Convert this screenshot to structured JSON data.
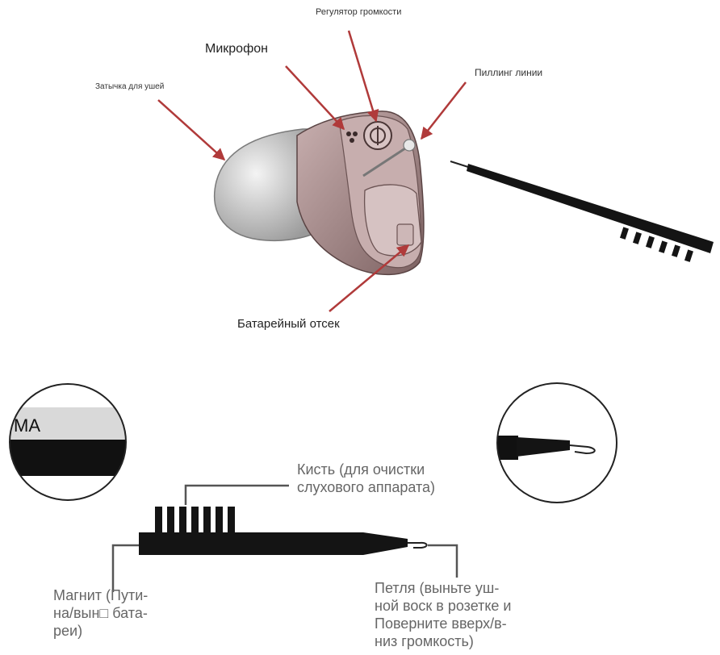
{
  "labels": {
    "volume_control": "Регулятор громкости",
    "microphone": "Микрофон",
    "ear_plug": "Затычка для ушей",
    "pulling_line": "Пиллинг линии",
    "battery_compartment": "Батарейный отсек",
    "brush": "Кисть (для очистки\nслухового аппарата)",
    "magnet": "Магнит (Пути-\nна/вын□ бата-\nреи)",
    "loop": "Петля (выньте уш-\nной воск в розетке и\nПоверните вверх/в-\nниз громкость)",
    "magnifier_text": "MA"
  },
  "colors": {
    "arrow": "#b03a3a",
    "device_shell": "#b89a9a",
    "ear_tip": "#d9d9d9",
    "tool_black": "#141414",
    "callout_line": "#555555"
  }
}
